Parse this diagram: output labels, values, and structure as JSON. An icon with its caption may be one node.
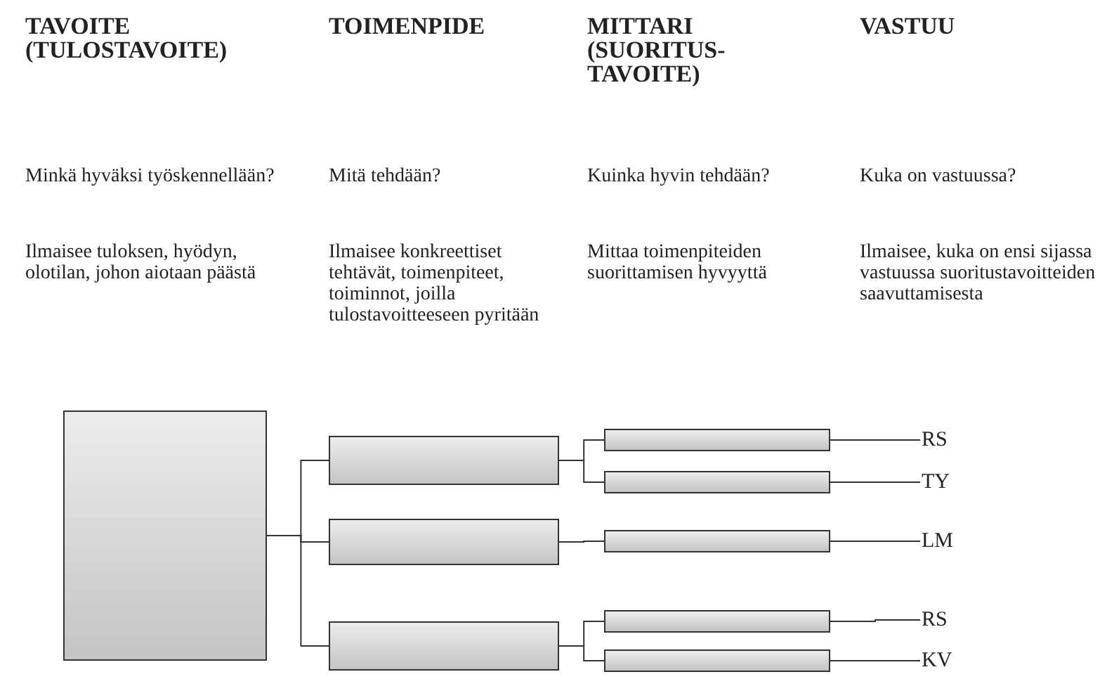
{
  "diagram": {
    "nodes": [
      {
        "text": [],
        "shape": "box"
      },
      {
        "text": [],
        "shape": "box"
      },
      {
        "text": [],
        "shape": "box"
      },
      {
        "text": [],
        "shape": "box"
      },
      {
        "text": [],
        "shape": "box"
      },
      {
        "text": [],
        "shape": "box"
      },
      {
        "text": [],
        "shape": "box"
      },
      {
        "text": [],
        "shape": "box"
      },
      {
        "text": [],
        "shape": "box"
      },
      {
        "text": [
          "RS"
        ]
      },
      {
        "text": [
          "TY"
        ]
      },
      {
        "text": [
          "LM"
        ]
      },
      {
        "text": [
          "RS"
        ]
      },
      {
        "text": [
          "KV"
        ]
      }
    ],
    "edges": [
      {
        "from": 0,
        "to": 1,
        "arrow": "none"
      },
      {
        "from": 0,
        "to": 2,
        "arrow": "none"
      },
      {
        "from": 0,
        "to": 3,
        "arrow": "none"
      },
      {
        "from": 1,
        "to": 4,
        "arrow": "none"
      },
      {
        "from": 1,
        "to": 5,
        "arrow": "none"
      },
      {
        "from": 2,
        "to": 6,
        "arrow": "none"
      },
      {
        "from": 3,
        "to": 7,
        "arrow": "none"
      },
      {
        "from": 3,
        "to": 8,
        "arrow": "none"
      },
      {
        "from": 4,
        "to": 9,
        "arrow": "none"
      },
      {
        "from": 5,
        "to": 10,
        "arrow": "none"
      },
      {
        "from": 6,
        "to": 11,
        "arrow": "none"
      },
      {
        "from": 7,
        "to": 12,
        "arrow": "none"
      },
      {
        "from": 8,
        "to": 13,
        "arrow": "none"
      }
    ],
    "labels": [
      "TAVOITE (TULOSTAVOITE)",
      "TOIMENPIDE",
      "MITTARI (SUORITUS-TAVOITE)",
      "VASTUU",
      "Minkä hyväksi työskennellään?",
      "Mitä tehdään?",
      "Kuinka hyvin tehdään?",
      "Kuka on vastuussa?",
      "Ilmaisee tuloksen, hyödyn, olotilan, johon aiotaan päästä",
      "Ilmaisee konkreettiset tehtävät, toimenpiteet, toiminnot, joilla tulostavoitteeseen pyritään",
      "Mittaa toimenpiteiden suorittamisen hyvyyttä",
      "Ilmaisee, kuka on ensi sijassa vastuussa suoritustavoitteiden saavuttamisesta"
    ]
  }
}
